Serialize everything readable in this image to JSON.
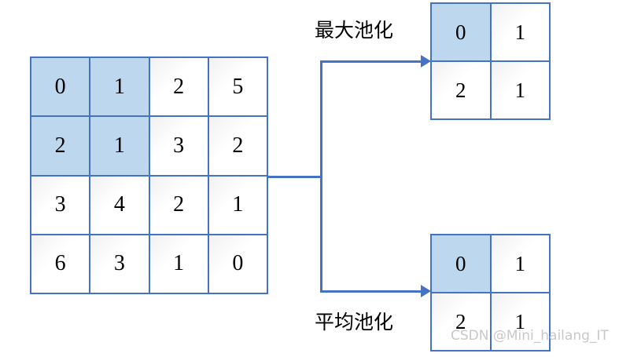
{
  "diagram": {
    "title": "Pooling operation illustration",
    "colors": {
      "border": "#4472c4",
      "highlight_fill": "#bdd7ee",
      "cell_fill": "#ffffff",
      "text": "#000000",
      "watermark": "#c8c8c8"
    }
  },
  "input_grid": {
    "name": "input-feature-map",
    "rows": 4,
    "cols": 4,
    "values": [
      [
        "0",
        "1",
        "2",
        "5"
      ],
      [
        "2",
        "1",
        "3",
        "2"
      ],
      [
        "3",
        "4",
        "2",
        "1"
      ],
      [
        "6",
        "3",
        "1",
        "0"
      ]
    ],
    "highlighted": [
      [
        true,
        true,
        false,
        false
      ],
      [
        true,
        true,
        false,
        false
      ],
      [
        false,
        false,
        false,
        false
      ],
      [
        false,
        false,
        false,
        false
      ]
    ]
  },
  "maxpool": {
    "label": "最大池化",
    "name": "max-pooling",
    "rows": 2,
    "cols": 2,
    "values": [
      [
        "0",
        "1"
      ],
      [
        "2",
        "1"
      ]
    ],
    "highlighted": [
      [
        true,
        false
      ],
      [
        false,
        false
      ]
    ]
  },
  "avgpool": {
    "label": "平均池化",
    "name": "average-pooling",
    "rows": 2,
    "cols": 2,
    "values": [
      [
        "0",
        "1"
      ],
      [
        "2",
        "1"
      ]
    ],
    "highlighted": [
      [
        true,
        false
      ],
      [
        false,
        false
      ]
    ]
  },
  "watermark": {
    "text": "CSDN @Mini_hailang_IT"
  }
}
